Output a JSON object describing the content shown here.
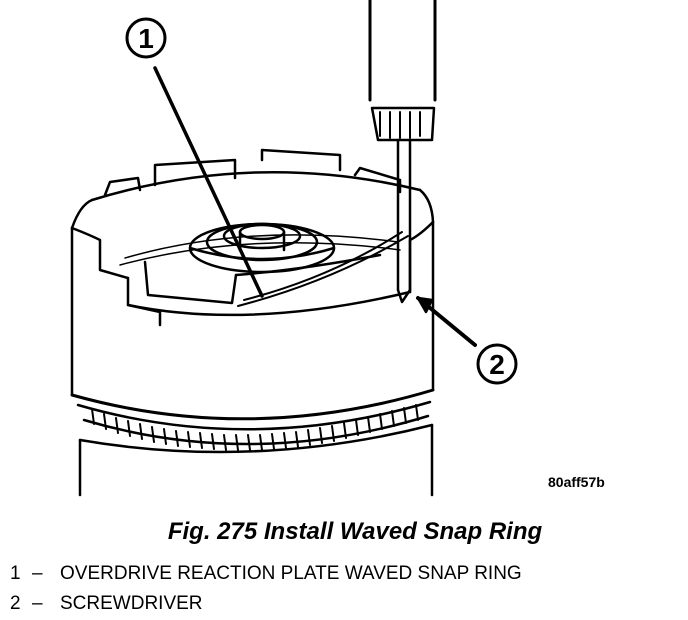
{
  "figure": {
    "code": "80aff57b",
    "callouts": [
      "1",
      "2"
    ]
  },
  "caption": "Fig. 275 Install Waved Snap Ring",
  "legend": [
    {
      "number": "1",
      "separator": "–",
      "text": "OVERDRIVE REACTION PLATE WAVED SNAP RING"
    },
    {
      "number": "2",
      "separator": "–",
      "text": "SCREWDRIVER"
    }
  ]
}
